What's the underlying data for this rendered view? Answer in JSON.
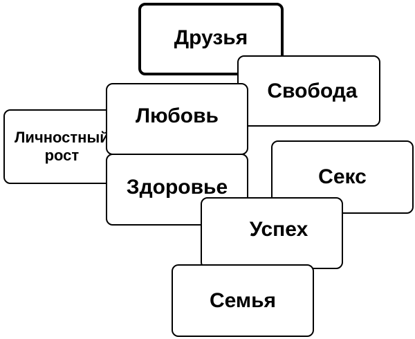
{
  "cards": {
    "growth": {
      "label": "Личностный\nрост"
    },
    "friends": {
      "label": "Друзья"
    },
    "freedom": {
      "label": "Свобода"
    },
    "love": {
      "label": "Любовь"
    },
    "sex": {
      "label": "Секс"
    },
    "health": {
      "label": "Здоровье"
    },
    "success": {
      "label": "Успех"
    },
    "family": {
      "label": "Семья"
    }
  }
}
